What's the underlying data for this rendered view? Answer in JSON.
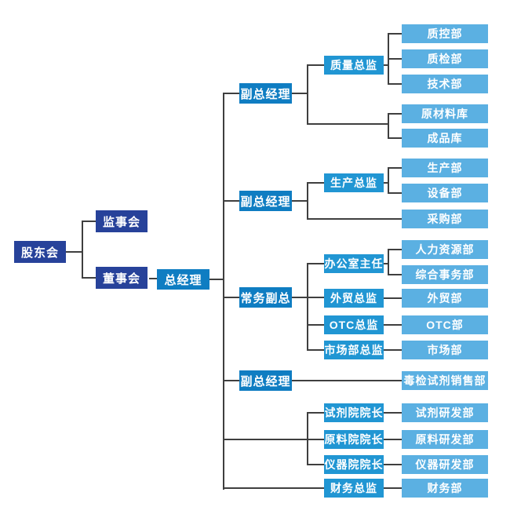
{
  "chart": {
    "type": "org-chart",
    "colors": {
      "level_governance": "#27429a",
      "level_management": "#0f7dc2",
      "level_director": "#2196d3",
      "level_department": "#5bb0e2",
      "connector": "#3f3f3f",
      "node_text": "#ffffff"
    },
    "nodes": {
      "shareholders": "股东会",
      "supervisory_board": "监事会",
      "board_of_directors": "董事会",
      "general_manager": "总经理",
      "deputy_gm_1": "副总经理",
      "deputy_gm_2": "副总经理",
      "executive_deputy_gm": "常务副总",
      "deputy_gm_3": "副总经理",
      "quality_director": "质量总监",
      "production_director": "生产总监",
      "office_director": "办公室主任",
      "foreign_trade_director": "外贸总监",
      "otc_director": "OTC总监",
      "marketing_director": "市场部总监",
      "reagent_institute_dean": "试剂院院长",
      "raw_material_institute_dean": "原料院院长",
      "instrument_institute_dean": "仪器院院长",
      "finance_director": "财务总监",
      "quality_control_dept": "质控部",
      "quality_inspection_dept": "质检部",
      "technology_dept": "技术部",
      "raw_material_warehouse": "原材料库",
      "finished_goods_warehouse": "成品库",
      "production_dept": "生产部",
      "equipment_dept": "设备部",
      "purchasing_dept": "采购部",
      "hr_dept": "人力资源部",
      "general_affairs_dept": "综合事务部",
      "foreign_trade_dept": "外贸部",
      "otc_dept": "OTC部",
      "marketing_dept": "市场部",
      "toxicology_reagent_sales_dept": "毒检试剂销售部",
      "reagent_rd_dept": "试剂研发部",
      "raw_material_rd_dept": "原料研发部",
      "instrument_rd_dept": "仪器研发部",
      "finance_dept": "财务部"
    },
    "hierarchy": [
      {
        "parent": "shareholders",
        "children": [
          "supervisory_board",
          "board_of_directors"
        ]
      },
      {
        "parent": "board_of_directors",
        "children": [
          "general_manager"
        ]
      },
      {
        "parent": "general_manager",
        "children": [
          "deputy_gm_1",
          "deputy_gm_2",
          "executive_deputy_gm",
          "deputy_gm_3",
          "reagent_institute_dean",
          "raw_material_institute_dean",
          "instrument_institute_dean",
          "finance_director"
        ]
      },
      {
        "parent": "deputy_gm_1",
        "children": [
          "quality_director",
          "raw_material_warehouse",
          "finished_goods_warehouse"
        ]
      },
      {
        "parent": "quality_director",
        "children": [
          "quality_control_dept",
          "quality_inspection_dept",
          "technology_dept"
        ]
      },
      {
        "parent": "deputy_gm_2",
        "children": [
          "production_director",
          "purchasing_dept"
        ]
      },
      {
        "parent": "production_director",
        "children": [
          "production_dept",
          "equipment_dept"
        ]
      },
      {
        "parent": "executive_deputy_gm",
        "children": [
          "office_director",
          "foreign_trade_director",
          "otc_director",
          "marketing_director"
        ]
      },
      {
        "parent": "office_director",
        "children": [
          "hr_dept",
          "general_affairs_dept"
        ]
      },
      {
        "parent": "foreign_trade_director",
        "children": [
          "foreign_trade_dept"
        ]
      },
      {
        "parent": "otc_director",
        "children": [
          "otc_dept"
        ]
      },
      {
        "parent": "marketing_director",
        "children": [
          "marketing_dept"
        ]
      },
      {
        "parent": "deputy_gm_3",
        "children": [
          "toxicology_reagent_sales_dept"
        ]
      },
      {
        "parent": "reagent_institute_dean",
        "children": [
          "reagent_rd_dept"
        ]
      },
      {
        "parent": "raw_material_institute_dean",
        "children": [
          "raw_material_rd_dept"
        ]
      },
      {
        "parent": "instrument_institute_dean",
        "children": [
          "instrument_rd_dept"
        ]
      },
      {
        "parent": "finance_director",
        "children": [
          "finance_dept"
        ]
      }
    ]
  }
}
